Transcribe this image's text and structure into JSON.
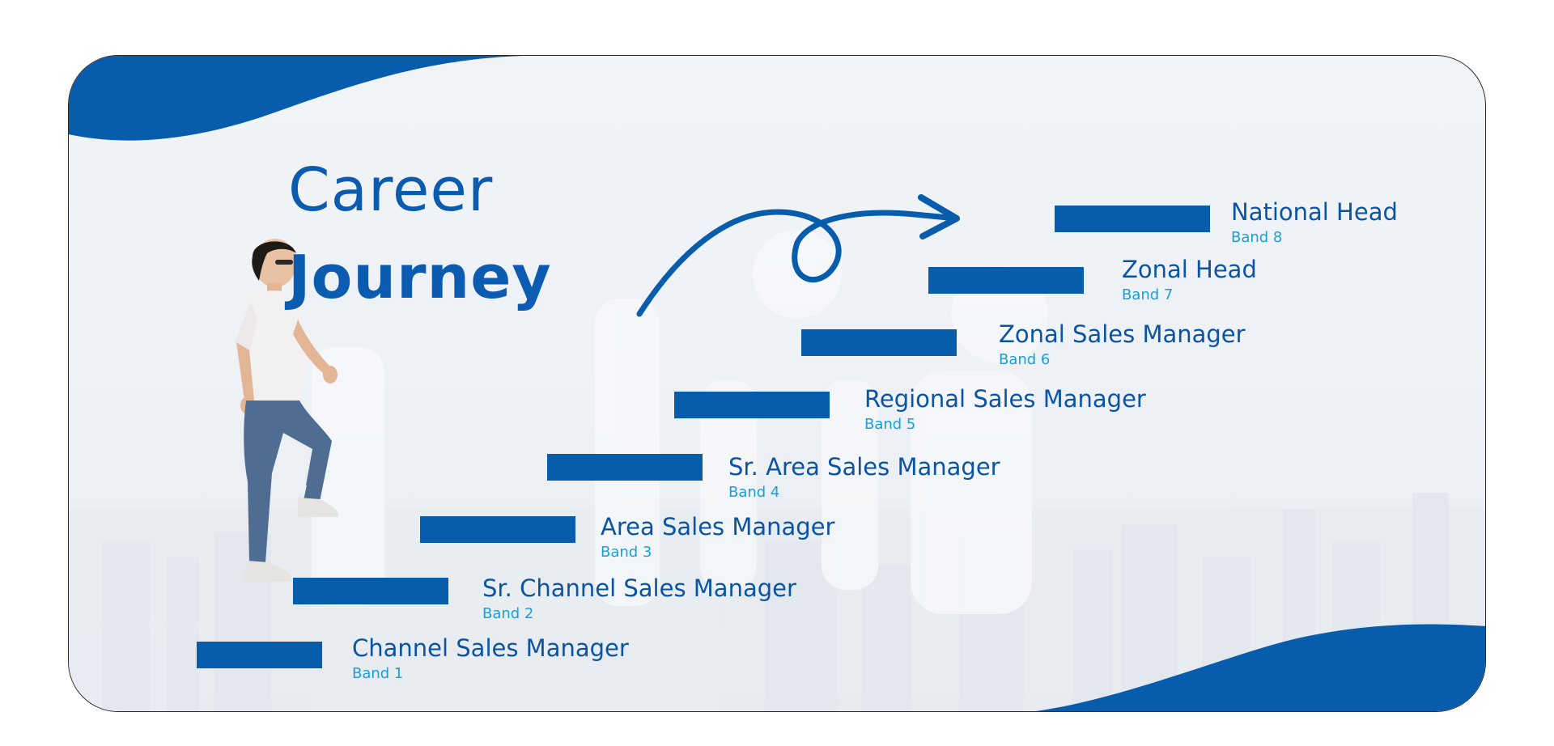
{
  "title": {
    "line1": "Career",
    "line2": "Journey"
  },
  "colors": {
    "primary_blue": "#075cac",
    "band_blue": "#17a0dc",
    "text_blue": "#0b54a4",
    "card_border": "#2a2a2a"
  },
  "steps": [
    {
      "title": "Channel Sales Manager",
      "band": "Band 1"
    },
    {
      "title": "Sr. Channel Sales Manager",
      "band": "Band 2"
    },
    {
      "title": "Area Sales Manager",
      "band": "Band 3"
    },
    {
      "title": "Sr. Area Sales Manager",
      "band": "Band 4"
    },
    {
      "title": "Regional Sales Manager",
      "band": "Band 5"
    },
    {
      "title": "Zonal Sales Manager",
      "band": "Band 6"
    },
    {
      "title": "Zonal Head",
      "band": "Band 7"
    },
    {
      "title": "National Head",
      "band": "Band 8"
    }
  ],
  "icons": {
    "arrow": "curved-loop-arrow-icon",
    "person": "man-climbing-stairs-figure"
  }
}
